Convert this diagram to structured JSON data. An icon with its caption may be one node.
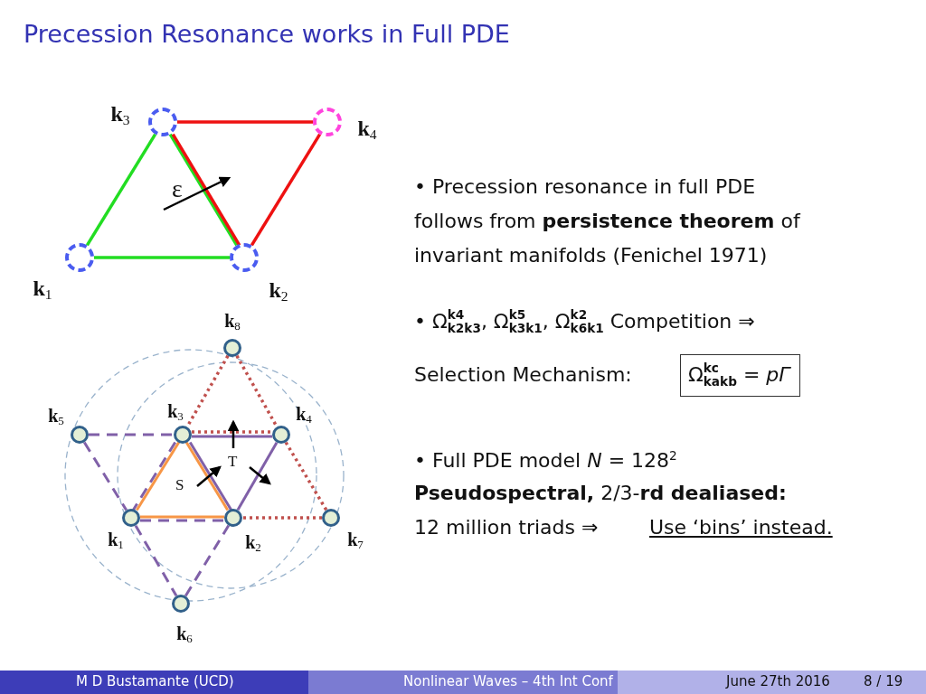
{
  "diagram": {
    "title": "Precession Resonance works in Full PDE",
    "nodes": [
      {
        "text": [],
        "shape": "circle",
        "beside": [
          "**k**$_{3}$"
        ]
      },
      {
        "text": [],
        "shape": "circle",
        "beside": [
          "**k**$_{4}$"
        ]
      },
      {
        "text": [],
        "shape": "circle",
        "beside": [
          "**k**$_{1}$"
        ]
      },
      {
        "text": [],
        "shape": "circle",
        "beside": [
          "**k**$_{2}$"
        ]
      },
      {
        "text": [],
        "shape": "circle",
        "beside": [
          "**k**$_{8}$"
        ]
      },
      {
        "text": [],
        "shape": "circle",
        "beside": [
          "**k**$_{5}$"
        ]
      },
      {
        "text": [],
        "shape": "circle",
        "beside": [
          "**k**$_{3}$"
        ]
      },
      {
        "text": [],
        "shape": "circle",
        "beside": [
          "**k**$_{4}$"
        ]
      },
      {
        "text": [],
        "shape": "circle",
        "beside": [
          "**k**$_{1}$"
        ]
      },
      {
        "text": [],
        "shape": "circle",
        "beside": [
          "**k**$_{2}$"
        ]
      },
      {
        "text": [],
        "shape": "circle",
        "beside": [
          "**k**$_{7}$"
        ]
      },
      {
        "text": [],
        "shape": "circle",
        "beside": [
          "**k**$_{6}$"
        ]
      },
      {
        "text": [
          "Ω$^{kc}$$_{kakb}$ = *pΓ*"
        ]
      }
    ],
    "edges": [
      {
        "from": 2,
        "to": 3,
        "arrow": "none",
        "color": "#22dd22"
      },
      {
        "from": 3,
        "to": 0,
        "arrow": "none",
        "color": "#22dd22"
      },
      {
        "from": 0,
        "to": 2,
        "arrow": "none",
        "color": "#22dd22"
      },
      {
        "from": 0,
        "to": 1,
        "arrow": "none",
        "color": "#ee1111"
      },
      {
        "from": 1,
        "to": 3,
        "arrow": "none",
        "color": "#ee1111"
      },
      {
        "from": 3,
        "to": 0,
        "arrow": "none",
        "color": "#ee1111"
      },
      {
        "from": 5,
        "to": 6,
        "arrow": "none",
        "style": "dashed",
        "color": "#8060a8"
      },
      {
        "from": 5,
        "to": 8,
        "arrow": "none",
        "style": "dashed",
        "color": "#8060a8"
      },
      {
        "from": 8,
        "to": 11,
        "arrow": "none",
        "style": "dashed",
        "color": "#8060a8"
      },
      {
        "from": 11,
        "to": 9,
        "arrow": "none",
        "style": "dashed",
        "color": "#8060a8"
      },
      {
        "from": 8,
        "to": 9,
        "arrow": "none",
        "style": "dashed",
        "color": "#8060a8"
      },
      {
        "from": 6,
        "to": 8,
        "arrow": "none",
        "style": "dashed",
        "color": "#8060a8"
      },
      {
        "from": 6,
        "to": 7,
        "arrow": "none",
        "color": "#8060a8"
      },
      {
        "from": 7,
        "to": 9,
        "arrow": "none",
        "color": "#8060a8"
      },
      {
        "from": 9,
        "to": 6,
        "arrow": "none",
        "color": "#8060a8"
      },
      {
        "from": 8,
        "to": 9,
        "arrow": "none",
        "color": "#f79646"
      },
      {
        "from": 9,
        "to": 6,
        "arrow": "none",
        "color": "#f79646"
      },
      {
        "from": 6,
        "to": 8,
        "arrow": "none",
        "color": "#f79646"
      },
      {
        "from": 4,
        "to": 6,
        "arrow": "none",
        "style": "dashed",
        "color": "#c0504d"
      },
      {
        "from": 4,
        "to": 7,
        "arrow": "none",
        "style": "dashed",
        "color": "#c0504d"
      },
      {
        "from": 7,
        "to": 10,
        "arrow": "none",
        "style": "dashed",
        "color": "#c0504d"
      },
      {
        "from": 10,
        "to": 9,
        "arrow": "none",
        "style": "dashed",
        "color": "#c0504d"
      },
      {
        "from": 6,
        "to": 7,
        "arrow": "none",
        "style": "dashed",
        "color": "#c0504d"
      }
    ],
    "labels": [
      "ε",
      "S",
      "T",
      "• Precession resonance in full PDE follows from **persistence theorem** of invariant manifolds (Fenichel 1971)",
      "• Ω$^{k4}$$_{k2k3}$, Ω$^{k5}$$_{k3k1}$, Ω$^{k2}$$_{k6k1}$ Competition ⇒",
      "Selection Mechanism:",
      "• Full PDE model *N* = 128$^{2}$",
      "**Pseudospectral,** 2/3-**rd dealiased:**",
      "12 million triads ⇒",
      "Use ‘bins’ instead.",
      "M D Bustamante (UCD)",
      "Nonlinear Waves – 4th Int Conf",
      "June 27th 2016",
      "8 / 19"
    ]
  }
}
